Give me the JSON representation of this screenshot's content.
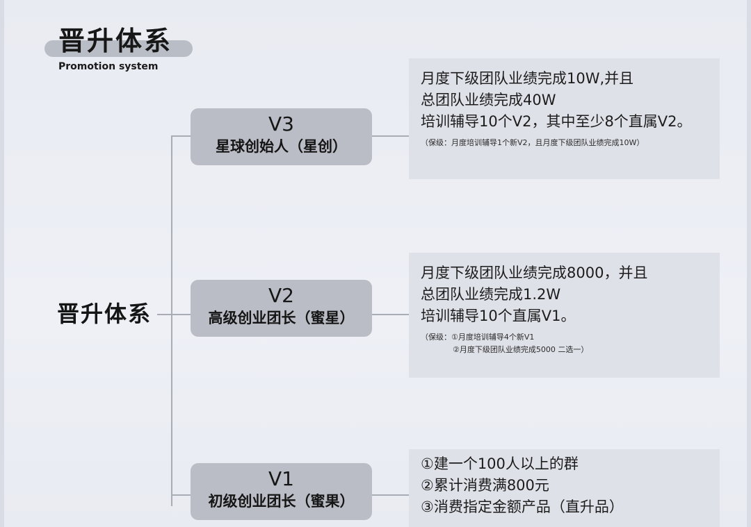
{
  "header": {
    "title": "晋升体系",
    "subtitle": "Promotion system"
  },
  "root": {
    "label": "晋升体系"
  },
  "levels": [
    {
      "code": "V3",
      "title": "星球创始人（星创）",
      "requirements": [
        "月度下级团队业绩完成10W,并且",
        "总团队业绩完成40W",
        "培训辅导10个V2，其中至少8个直属V2。"
      ],
      "notes": [
        "（保级：月度培训辅导1个新V2，且月度下级团队业绩完成10W）"
      ]
    },
    {
      "code": "V2",
      "title": "高级创业团长（蜜星）",
      "requirements": [
        "月度下级团队业绩完成8000，并且",
        "总团队业绩完成1.2W",
        "培训辅导10个直属V1。"
      ],
      "notes": [
        "（保级：①月度培训辅导4个新V1",
        "②月度下级团队业绩完成5000 二选一）"
      ]
    },
    {
      "code": "V1",
      "title": "初级创业团长（蜜果）",
      "requirements": [
        "①建一个100人以上的群",
        "②累计消费满800元",
        "③消费指定金额产品（直升品）"
      ],
      "notes": []
    }
  ],
  "colors": {
    "background": "#ebedf4",
    "level_box": "#babdc6",
    "card": "#dfe1e8",
    "connector": "#a8acb4",
    "heading_bar": "#b9bdc6"
  }
}
